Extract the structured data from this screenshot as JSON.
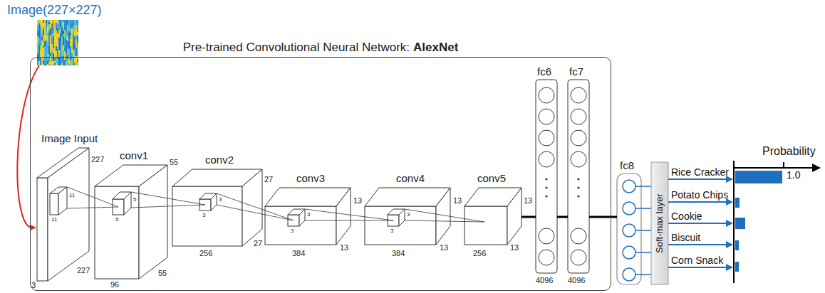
{
  "diagram": {
    "nodes": [
      {
        "text": [
          "Image(227×227)"
        ]
      },
      {
        "text": [
          "Pre-trained Convolutional Neural Network:",
          "AlexNet"
        ]
      },
      {
        "text": [
          "Image Input",
          "227",
          "227",
          "3",
          "11",
          "11"
        ],
        "in": 1
      },
      {
        "text": [
          "conv1",
          "55",
          "55",
          "96",
          "5",
          "5"
        ],
        "in": 1
      },
      {
        "text": [
          "conv2",
          "27",
          "27",
          "256",
          "3",
          "3"
        ],
        "in": 1
      },
      {
        "text": [
          "conv3",
          "13",
          "13",
          "384",
          "3",
          "3"
        ],
        "in": 1
      },
      {
        "text": [
          "conv4",
          "13",
          "13",
          "384",
          "3",
          "3"
        ],
        "in": 1
      },
      {
        "text": [
          "conv5",
          "13",
          "13",
          "256"
        ],
        "in": 1
      },
      {
        "text": [
          "fc6",
          "4096"
        ],
        "in": 1
      },
      {
        "text": [
          "fc7",
          "4096"
        ],
        "in": 1
      },
      {
        "text": [
          "fc8"
        ]
      },
      {
        "text": [
          "Soft-max layer"
        ]
      }
    ],
    "edges": [
      {
        "from": 0,
        "to": 2,
        "arrow": "to"
      },
      {
        "from": 7,
        "to": 8,
        "arrow": "none"
      },
      {
        "from": 8,
        "to": 9,
        "arrow": "none"
      },
      {
        "from": 9,
        "to": 10,
        "arrow": "none"
      },
      {
        "from": 10,
        "to": 11,
        "arrow": "none"
      }
    ],
    "labels": [
      "Rice Cracker",
      "Potato Chips",
      "Cookie",
      "Biscuit",
      "Corn Snack",
      "Probability",
      "1.0"
    ]
  }
}
